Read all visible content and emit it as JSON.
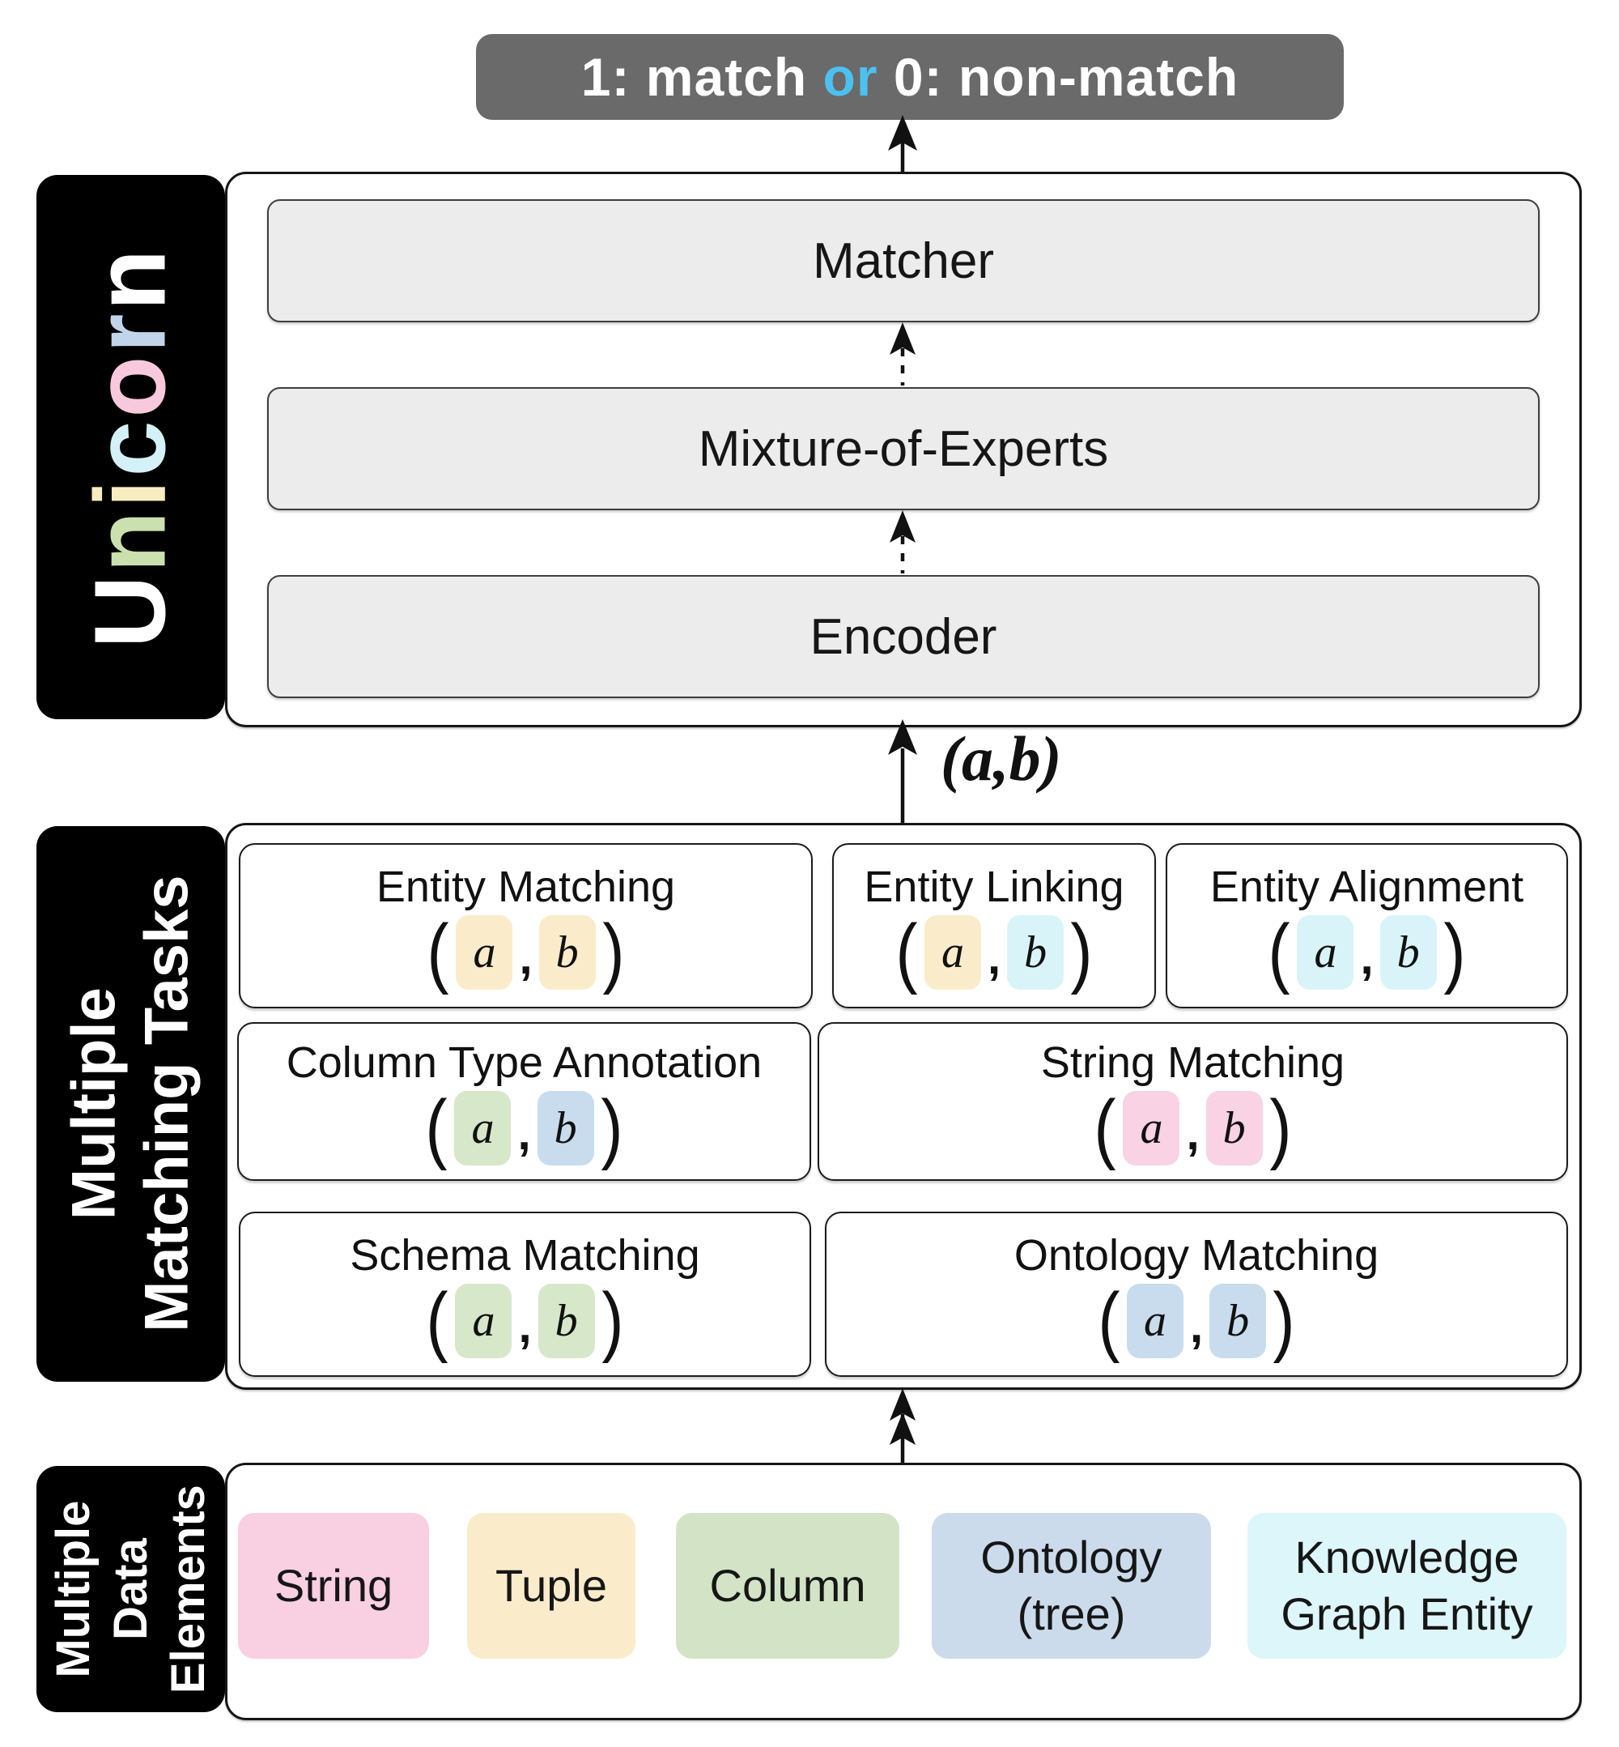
{
  "badge": {
    "part1": "1: match ",
    "or_word": "or",
    "part2": " 0: non-match",
    "bg": "#6a6a6a",
    "or_color": "#4cc1ef"
  },
  "unicorn": {
    "letters": [
      {
        "ch": "U",
        "color": "#ffffff"
      },
      {
        "ch": "n",
        "color": "#cbe0af"
      },
      {
        "ch": "i",
        "color": "#f8ecc1"
      },
      {
        "ch": "c",
        "color": "#d4f1f7"
      },
      {
        "ch": "o",
        "color": "#f8c9dc"
      },
      {
        "ch": "r",
        "color": "#c1d5ea"
      },
      {
        "ch": "n",
        "color": "#ffffff"
      }
    ],
    "layers": [
      "Matcher",
      "Mixture-of-Experts",
      "Encoder"
    ]
  },
  "pair_label": "(a,b)",
  "notation": {
    "open": "(",
    "comma": ",",
    "close": ")"
  },
  "tasks": {
    "label_lines": [
      "Multiple",
      "Matching Tasks"
    ],
    "items": [
      {
        "title": "Entity Matching",
        "a": "a",
        "b": "b",
        "a_color": "#faeccb",
        "b_color": "#faeccb"
      },
      {
        "title": "Entity Linking",
        "a": "a",
        "b": "b",
        "a_color": "#faeccb",
        "b_color": "#d8f4f8"
      },
      {
        "title": "Entity Alignment",
        "a": "a",
        "b": "b",
        "a_color": "#d8f4f8",
        "b_color": "#d8f4f8"
      },
      {
        "title": "Column Type Annotation",
        "a": "a",
        "b": "b",
        "a_color": "#d7e7ca",
        "b_color": "#c8dcee"
      },
      {
        "title": "String Matching",
        "a": "a",
        "b": "b",
        "a_color": "#f9d2e3",
        "b_color": "#f9d2e3"
      },
      {
        "title": "Schema Matching",
        "a": "a",
        "b": "b",
        "a_color": "#d7e7ca",
        "b_color": "#d7e7ca"
      },
      {
        "title": "Ontology Matching",
        "a": "a",
        "b": "b",
        "a_color": "#c8dcee",
        "b_color": "#c8dcee"
      }
    ]
  },
  "data_elements": {
    "label_lines": [
      "Multiple",
      "Data",
      "Elements"
    ],
    "items": [
      {
        "line1": "String",
        "line2": "",
        "color": "#f9cfe2"
      },
      {
        "line1": "Tuple",
        "line2": "",
        "color": "#faeccb"
      },
      {
        "line1": "Column",
        "line2": "",
        "color": "#d3e4c6"
      },
      {
        "line1": "Ontology",
        "line2": "(tree)",
        "color": "#cbdbec"
      },
      {
        "line1": "Knowledge",
        "line2": "Graph Entity",
        "color": "#ddf6f9"
      }
    ]
  }
}
